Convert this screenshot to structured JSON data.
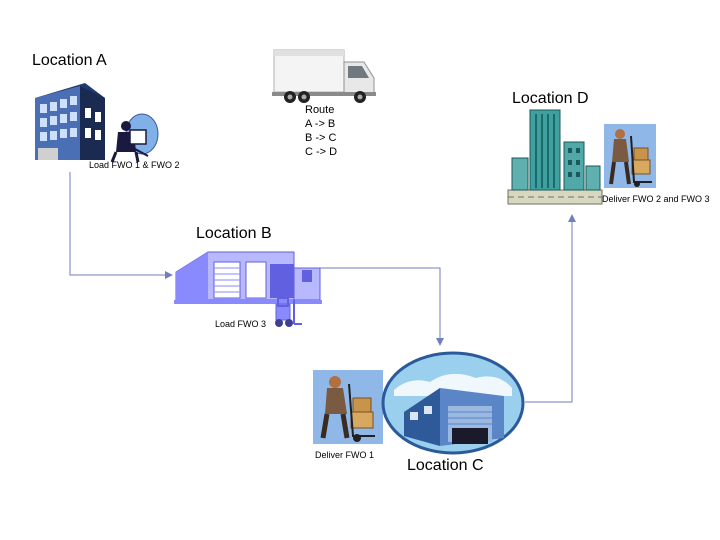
{
  "locations": {
    "a": {
      "title": "Location A",
      "note": "Load FWO 1 & FWO 2"
    },
    "b": {
      "title": "Location B",
      "note": "Load FWO 3"
    },
    "c": {
      "title": "Location C",
      "note": "Deliver FWO 1"
    },
    "d": {
      "title": "Location D",
      "note": "Deliver FWO  2  and FWO 3"
    }
  },
  "route": {
    "heading": "Route",
    "legs": [
      "A -> B",
      "B -> C",
      "C -> D"
    ]
  },
  "colors": {
    "connector": "#6f7fbf",
    "building_a": "#3a5a9a",
    "warehouse_b": "#8a8aff",
    "building_c": "#3d6bb3",
    "city_d": "#2a9a9a"
  },
  "icons": {
    "a_building": "office-building-icon",
    "a_worker": "worker-loading-icon",
    "b_warehouse": "warehouse-icon",
    "b_forklift": "forklift-icon",
    "c_depot": "distribution-center-icon",
    "c_worker": "delivery-worker-hand-truck-icon",
    "d_city": "city-skyline-icon",
    "d_worker": "delivery-worker-hand-truck-icon",
    "truck": "delivery-truck-icon"
  }
}
